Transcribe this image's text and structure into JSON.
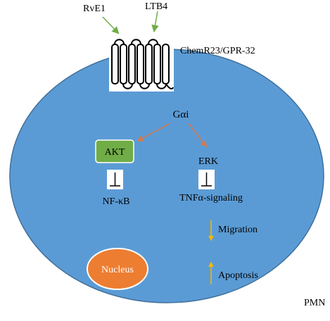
{
  "ligands": {
    "rve1": "RvE1",
    "ltb4": "LTB4"
  },
  "receptor": {
    "label": "ChemR23/GPR-32"
  },
  "signaling": {
    "gai": "Gαi",
    "akt": "AKT",
    "erk": "ERK",
    "nfkb": "NF-κB",
    "tnfa": "TNFα-signaling"
  },
  "outcomes": {
    "migration": "Migration",
    "migration_direction": "down",
    "apoptosis": "Apoptosis",
    "apoptosis_direction": "up"
  },
  "nucleus": {
    "label": "Nucleus"
  },
  "cell": {
    "label": "PMN"
  },
  "colors": {
    "cell": "#5b9bd5",
    "cell_stroke": "#41719c",
    "akt_box": "#70ad47",
    "nucleus": "#ed7d31",
    "ligand_arrow": "#70ad47",
    "gai_arrow": "#d9784a",
    "outcome_arrow": "#f5b800",
    "inhibition_box": "#ffffff"
  },
  "icons": {
    "receptor": "seven-transmembrane-receptor-icon",
    "inhibition": "inhibition-bar-icon"
  }
}
